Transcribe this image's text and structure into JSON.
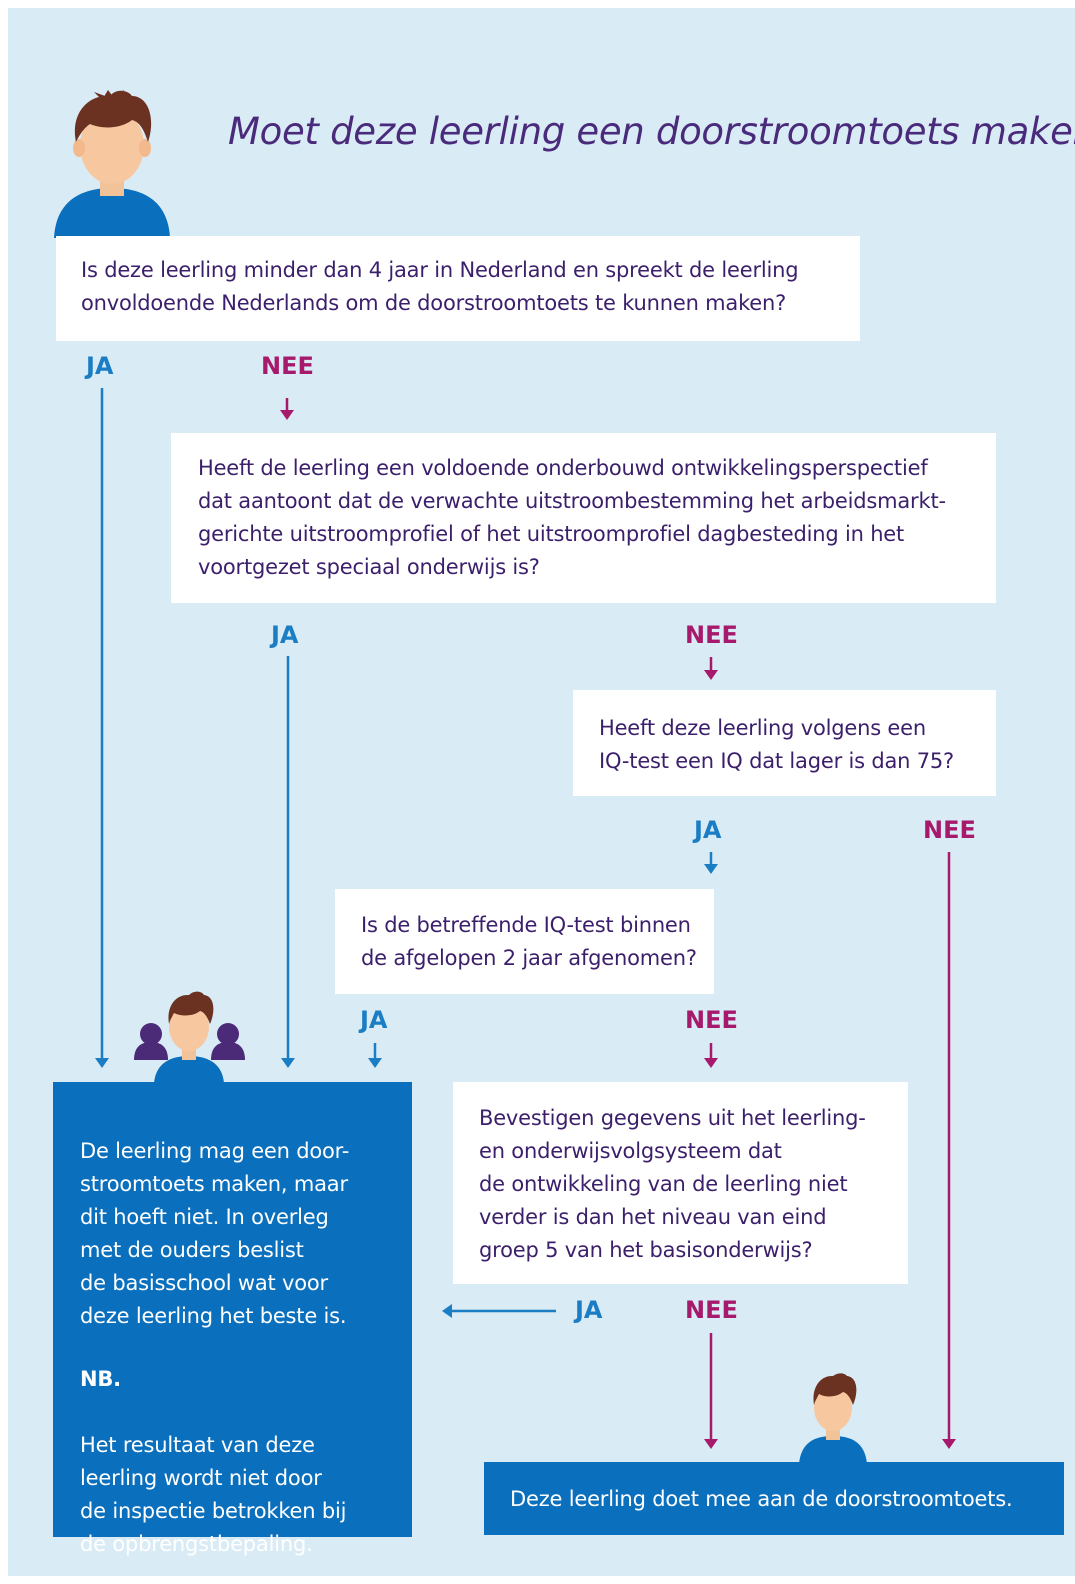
{
  "title": "Moet deze leerling een doorstroomtoets maken?",
  "questions": {
    "q1": "Is deze leerling minder dan 4 jaar in Nederland en spreekt de leerling\nonvoldoende Nederlands om de doorstroomtoets te kunnen maken?",
    "q2": "Heeft de leerling een voldoende onderbouwd ontwikkelingsperspectief\ndat aantoont dat de verwachte uitstroombestemming het arbeidsmarkt-\ngerichte uitstroomprofiel of het uitstroomprofiel dagbesteding in het\nvoortgezet speciaal onderwijs is?",
    "q3": "Heeft deze leerling volgens een\nIQ-test een IQ dat lager is dan 75?",
    "q4": "Is de betreffende IQ-test binnen\nde afgelopen 2 jaar afgenomen?",
    "q5": "Bevestigen gegevens uit het leerling-\nen onderwijsvolgsysteem dat\nde ontwikkeling van de leerling niet\nverder is dan het niveau van eind\ngroep 5 van het basisonderwijs?"
  },
  "results": {
    "optional": "De leerling mag een door-\nstroomtoets maken, maar\ndit hoeft niet. In overleg\nmet de ouders beslist\nde basisschool wat voor\ndeze leerling het beste is.",
    "nb_title": "NB.",
    "nb_text": "Het resultaat van deze\nleerling wordt niet door\nde inspectie betrokken bij\nde opbrengstbepaling.",
    "participates": "Deze leerling doet mee aan de doorstroomtoets."
  },
  "labels": {
    "yes": "JA",
    "no": "NEE"
  },
  "colors": {
    "background": "#d9ebf5",
    "yes": "#1b7dc4",
    "no": "#a6196b",
    "result_box": "#0a6fbd",
    "title": "#4a2a7a"
  },
  "icons": [
    "student-icon",
    "student-with-parents-icon",
    "student-small-icon"
  ]
}
